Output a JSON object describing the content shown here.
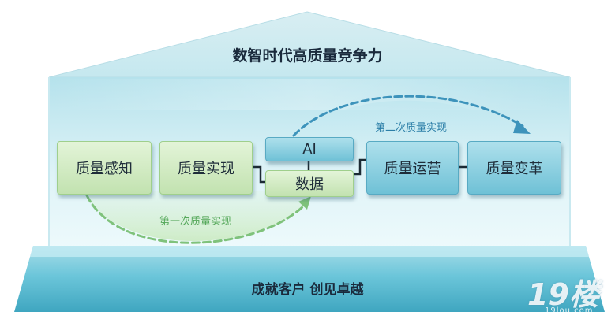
{
  "roof": {
    "title": "数智时代高质量竞争力"
  },
  "base": {
    "slogan": "成就客户 创见卓越"
  },
  "stages": {
    "perception": "质量感知",
    "realization": "质量实现",
    "ai": "AI",
    "data": "数据",
    "operation": "质量运营",
    "transformation": "质量变革"
  },
  "arcs": {
    "first": "第一次质量实现",
    "second": "第二次质量实现"
  },
  "watermark": {
    "logo": "19楼",
    "domain": "19lou.com"
  },
  "colors": {
    "first_arc": "#7fc27b",
    "second_arc": "#3d93bb",
    "house_body": "#cdeef5",
    "base": "#5fbdd4"
  }
}
